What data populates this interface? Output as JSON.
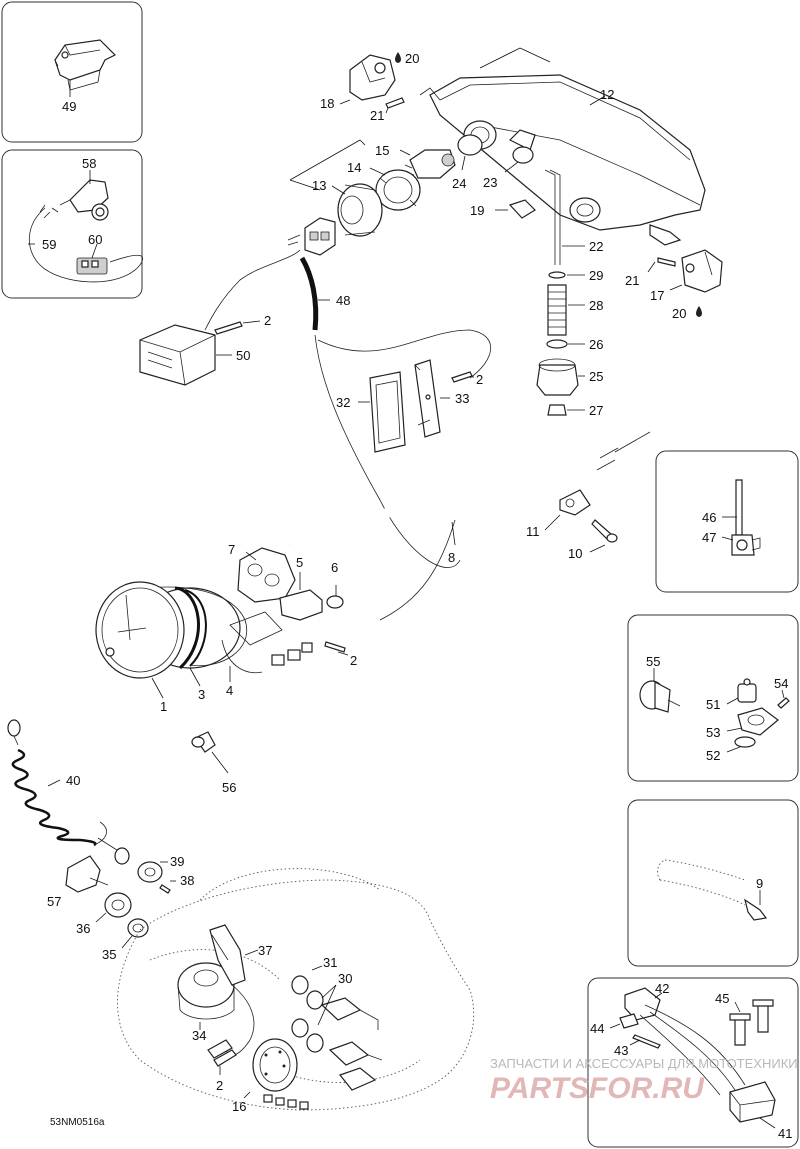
{
  "drawing_code": "53NM0516a",
  "watermark": {
    "line1": "ЗАПЧАСТИ И АКСЕССУАРЫ ДЛЯ МОТОТЕХНИКИ",
    "line2": "PARTSFOR.RU"
  },
  "callouts": {
    "c1": "1",
    "c2a": "2",
    "c2b": "2",
    "c2c": "2",
    "c2d": "2",
    "c3": "3",
    "c4": "4",
    "c5": "5",
    "c6": "6",
    "c7": "7",
    "c8": "8",
    "c9": "9",
    "c10": "10",
    "c11": "11",
    "c12": "12",
    "c13": "13",
    "c14": "14",
    "c15": "15",
    "c16": "16",
    "c17": "17",
    "c18": "18",
    "c19": "19",
    "c20a": "20",
    "c20b": "20",
    "c21a": "21",
    "c21b": "21",
    "c22": "22",
    "c23": "23",
    "c24": "24",
    "c25": "25",
    "c26": "26",
    "c27": "27",
    "c28": "28",
    "c29": "29",
    "c30": "30",
    "c31": "31",
    "c32": "32",
    "c33": "33",
    "c34": "34",
    "c35": "35",
    "c36": "36",
    "c37": "37",
    "c38": "38",
    "c39": "39",
    "c40": "40",
    "c41": "41",
    "c42": "42",
    "c43": "43",
    "c44": "44",
    "c45": "45",
    "c46": "46",
    "c47": "47",
    "c48": "48",
    "c49": "49",
    "c50": "50",
    "c51": "51",
    "c52": "52",
    "c53": "53",
    "c54": "54",
    "c55": "55",
    "c56": "56",
    "c57": "57",
    "c58": "58",
    "c59": "59",
    "c60": "60"
  },
  "icons": {
    "lubricant_marker": "oil-drop-icon"
  }
}
